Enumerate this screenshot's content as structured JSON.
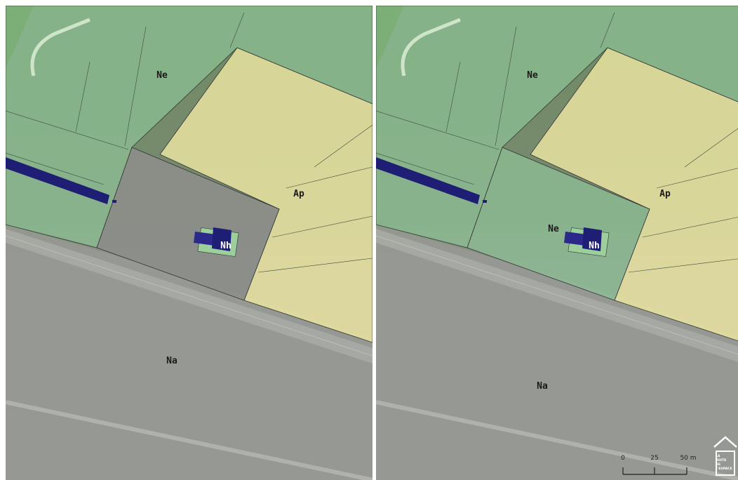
{
  "maps": [
    {
      "id": "left",
      "zones": [
        {
          "code": "Ne",
          "color": "#8dc295"
        },
        {
          "code": "Ap",
          "color": "#ede6a2"
        },
        {
          "code": "Nh",
          "color": "#ffffff"
        },
        {
          "code": "Na",
          "color": "#9a9c97"
        }
      ]
    },
    {
      "id": "right",
      "zones": [
        {
          "code": "Ne",
          "color": "#8dc295"
        },
        {
          "code": "Ap",
          "color": "#ede6a2"
        },
        {
          "code": "Ne",
          "color": "#8dc295"
        },
        {
          "code": "Nh",
          "color": "#ffffff"
        },
        {
          "code": "Na",
          "color": "#9a9c97"
        }
      ]
    }
  ],
  "scale_bar": {
    "ticks": [
      "0",
      "25",
      "50 m"
    ]
  },
  "logo": {
    "lines": [
      "LA",
      "BOITE",
      "DE",
      "L'ESPACE"
    ]
  },
  "colors": {
    "building": "#1f1e75",
    "outline": "#333333"
  }
}
